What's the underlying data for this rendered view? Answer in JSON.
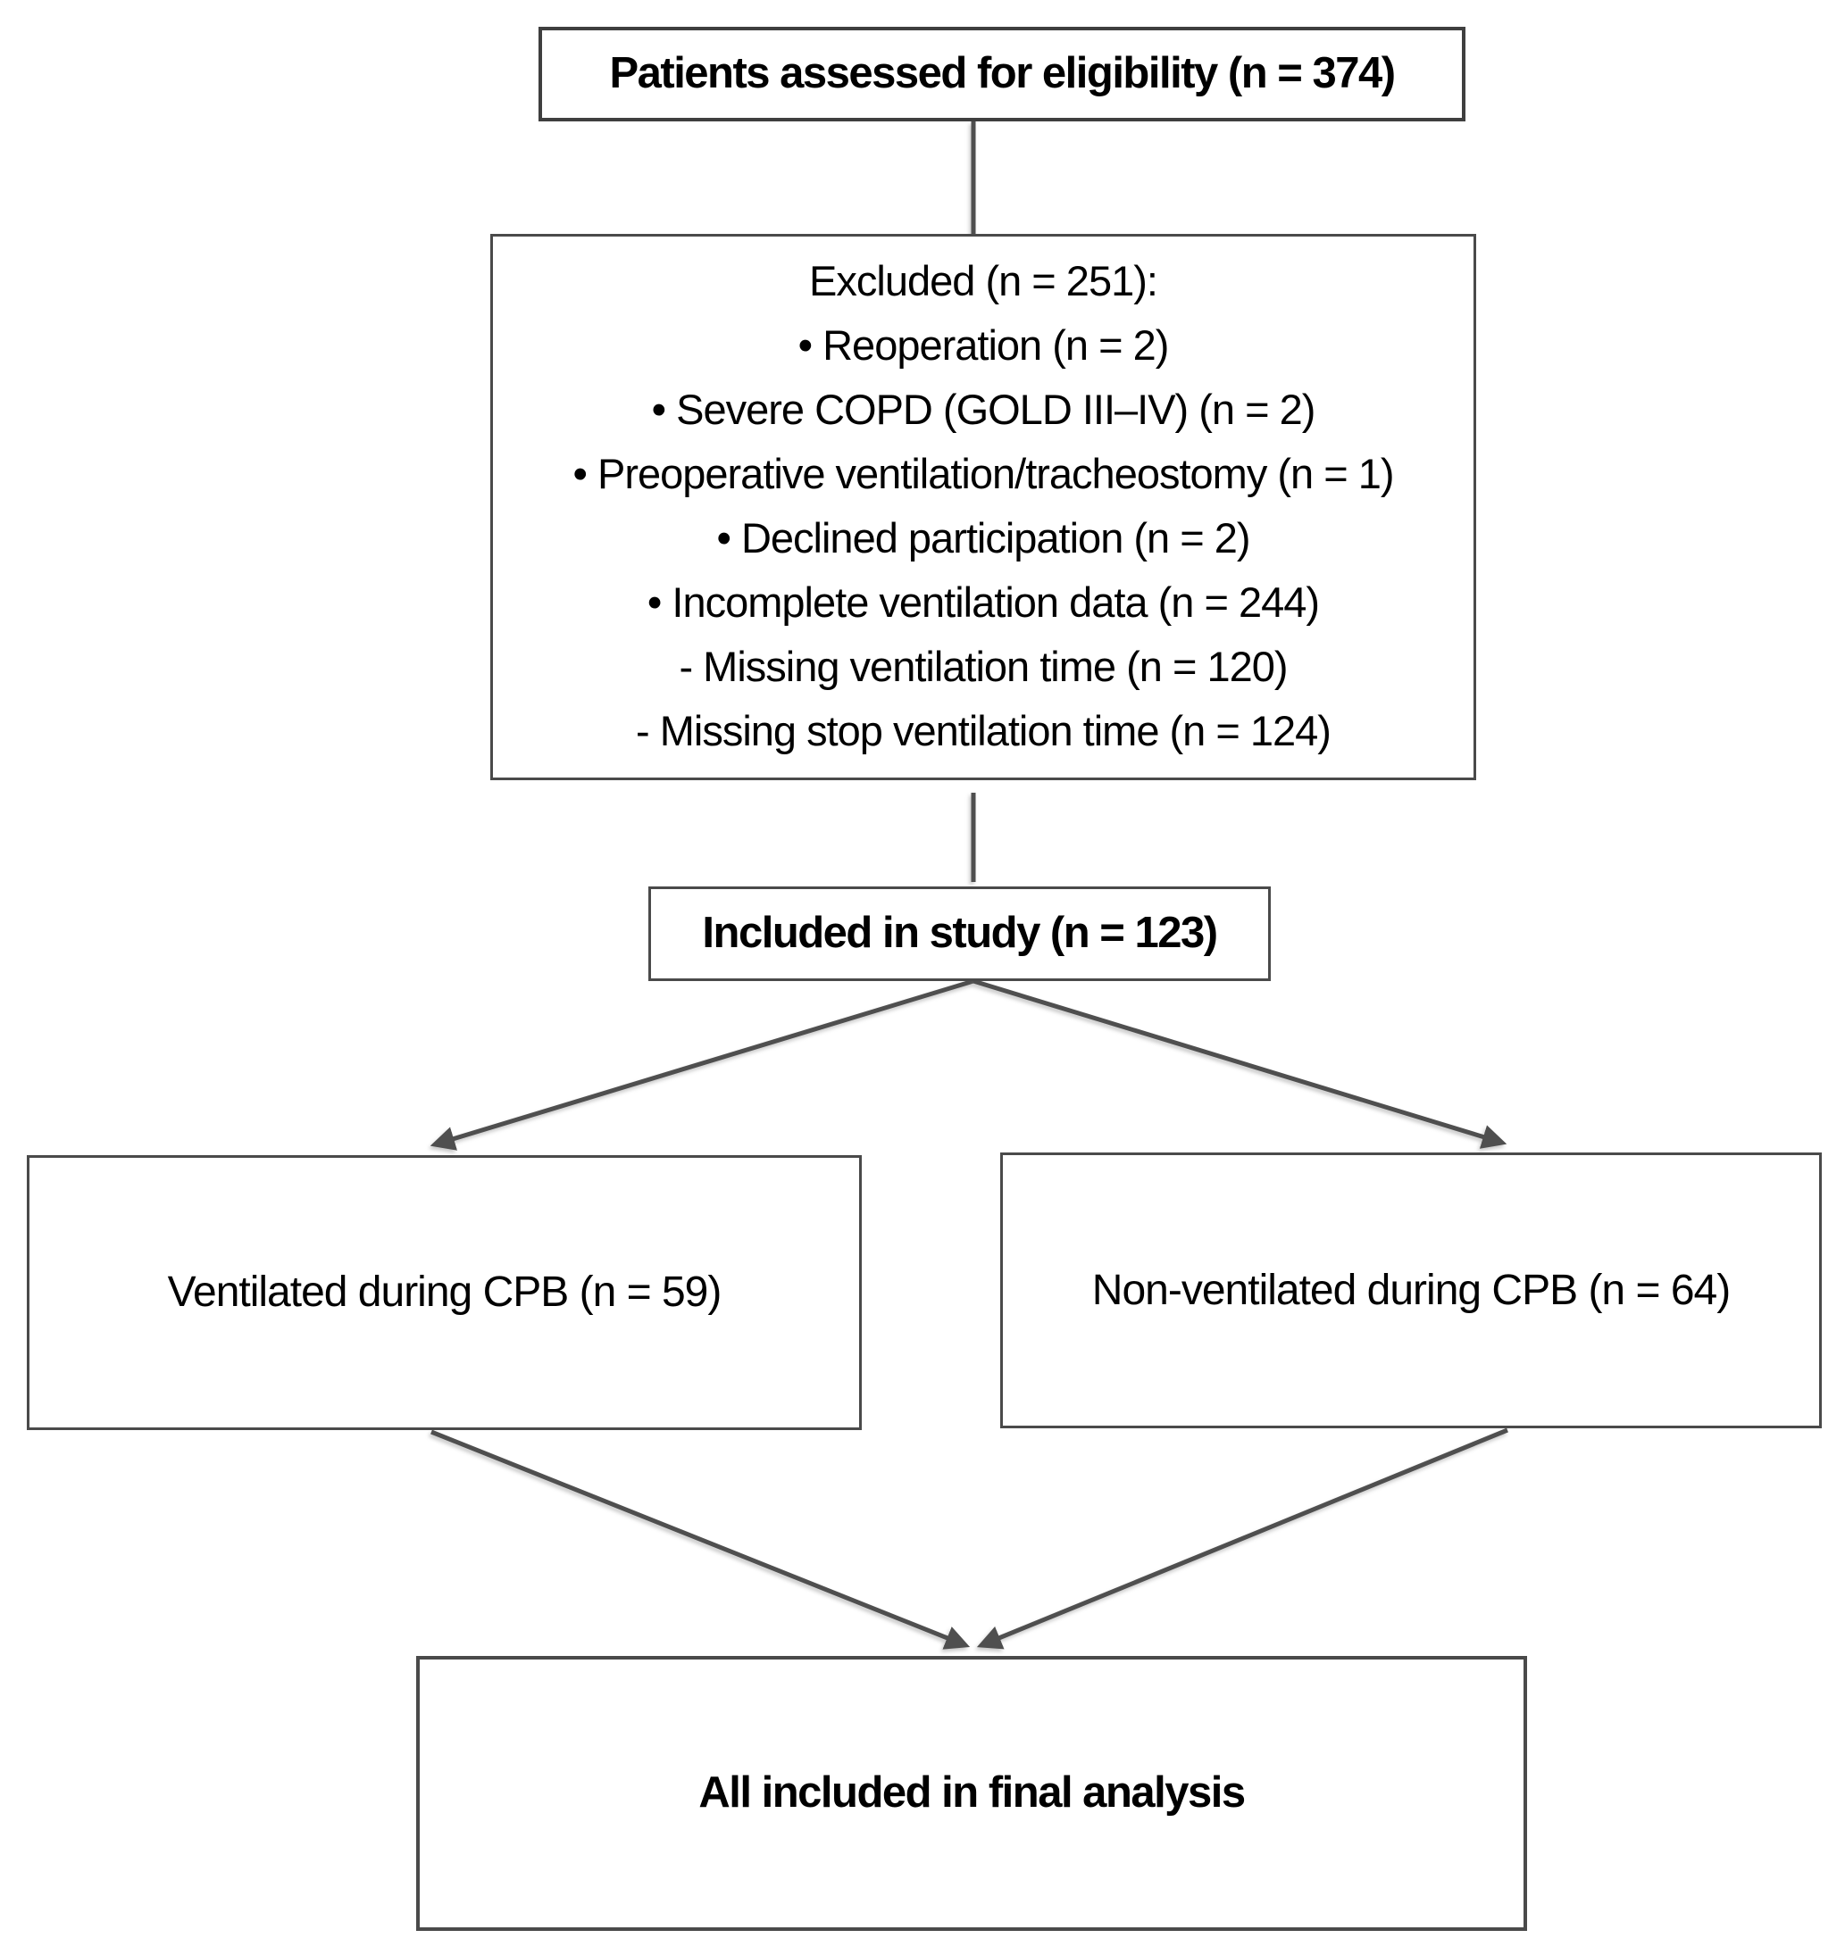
{
  "colors": {
    "background": "#ffffff",
    "box_border": "#4a4a4a",
    "connector": "#4f4f4f",
    "text": "#000000"
  },
  "flowchart": {
    "eligibility": {
      "label": "Patients assessed for eligibility (n = 374)"
    },
    "excluded": {
      "heading": "Excluded (n = 251):",
      "items": [
        "• Reoperation (n = 2)",
        "• Severe COPD (GOLD III–IV) (n = 2)",
        "• Preoperative ventilation/tracheostomy (n = 1)",
        "• Declined participation (n = 2)",
        "• Incomplete ventilation data (n = 244)",
        "- Missing ventilation time (n = 120)",
        "- Missing stop ventilation time (n = 124)"
      ]
    },
    "included": {
      "label": "Included in study (n = 123)"
    },
    "ventilated": {
      "label": "Ventilated during CPB (n = 59)"
    },
    "non_ventilated": {
      "label": "Non-ventilated during CPB (n = 64)"
    },
    "final_analysis": {
      "label": "All included in final analysis"
    }
  }
}
